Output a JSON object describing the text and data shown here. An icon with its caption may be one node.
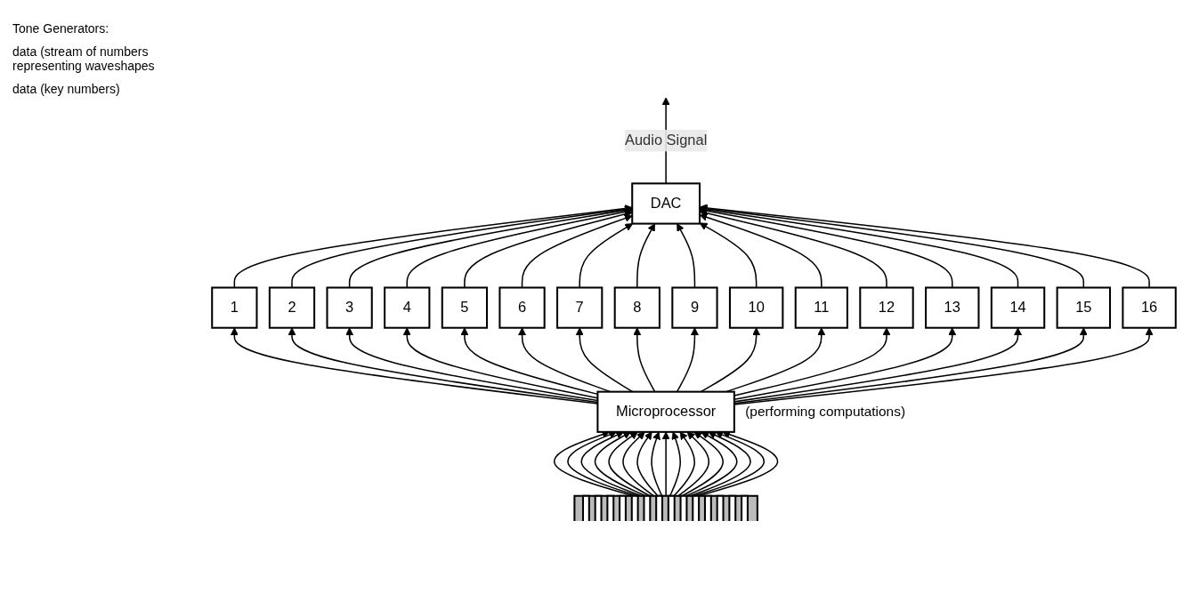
{
  "diagram": {
    "nodes": [
      {
        "text": [
          "DAC"
        ]
      },
      {
        "text": [
          "1"
        ]
      },
      {
        "text": [
          "2"
        ]
      },
      {
        "text": [
          "3"
        ]
      },
      {
        "text": [
          "4"
        ]
      },
      {
        "text": [
          "5"
        ]
      },
      {
        "text": [
          "6"
        ]
      },
      {
        "text": [
          "7"
        ]
      },
      {
        "text": [
          "8"
        ]
      },
      {
        "text": [
          "9"
        ]
      },
      {
        "text": [
          "10"
        ]
      },
      {
        "text": [
          "11"
        ]
      },
      {
        "text": [
          "12"
        ]
      },
      {
        "text": [
          "13"
        ]
      },
      {
        "text": [
          "14"
        ]
      },
      {
        "text": [
          "15"
        ]
      },
      {
        "text": [
          "16"
        ]
      },
      {
        "text": [
          "Microprocessor"
        ],
        "beside": [
          "(performing computations)"
        ]
      },
      {
        "text": [],
        "shape": "picture"
      }
    ],
    "edges": [
      {
        "from": 0,
        "to": null,
        "arrow": "to",
        "label": "Audio Signal"
      },
      {
        "from": 1,
        "to": 0,
        "arrow": "to"
      },
      {
        "from": 2,
        "to": 0,
        "arrow": "to"
      },
      {
        "from": 3,
        "to": 0,
        "arrow": "to"
      },
      {
        "from": 4,
        "to": 0,
        "arrow": "to"
      },
      {
        "from": 5,
        "to": 0,
        "arrow": "to"
      },
      {
        "from": 6,
        "to": 0,
        "arrow": "to"
      },
      {
        "from": 7,
        "to": 0,
        "arrow": "to"
      },
      {
        "from": 8,
        "to": 0,
        "arrow": "to"
      },
      {
        "from": 9,
        "to": 0,
        "arrow": "to"
      },
      {
        "from": 10,
        "to": 0,
        "arrow": "to"
      },
      {
        "from": 11,
        "to": 0,
        "arrow": "to"
      },
      {
        "from": 12,
        "to": 0,
        "arrow": "to"
      },
      {
        "from": 13,
        "to": 0,
        "arrow": "to"
      },
      {
        "from": 14,
        "to": 0,
        "arrow": "to"
      },
      {
        "from": 15,
        "to": 0,
        "arrow": "to"
      },
      {
        "from": 16,
        "to": 0,
        "arrow": "to"
      },
      {
        "from": 17,
        "to": 1,
        "arrow": "to"
      },
      {
        "from": 17,
        "to": 2,
        "arrow": "to"
      },
      {
        "from": 17,
        "to": 3,
        "arrow": "to"
      },
      {
        "from": 17,
        "to": 4,
        "arrow": "to"
      },
      {
        "from": 17,
        "to": 5,
        "arrow": "to"
      },
      {
        "from": 17,
        "to": 6,
        "arrow": "to"
      },
      {
        "from": 17,
        "to": 7,
        "arrow": "to"
      },
      {
        "from": 17,
        "to": 8,
        "arrow": "to"
      },
      {
        "from": 17,
        "to": 9,
        "arrow": "to"
      },
      {
        "from": 17,
        "to": 10,
        "arrow": "to"
      },
      {
        "from": 17,
        "to": 11,
        "arrow": "to"
      },
      {
        "from": 17,
        "to": 12,
        "arrow": "to"
      },
      {
        "from": 17,
        "to": 13,
        "arrow": "to"
      },
      {
        "from": 17,
        "to": 14,
        "arrow": "to"
      },
      {
        "from": 17,
        "to": 15,
        "arrow": "to"
      },
      {
        "from": 17,
        "to": 16,
        "arrow": "to"
      },
      {
        "from": 18,
        "to": 17,
        "arrow": "to"
      },
      {
        "from": 18,
        "to": 17,
        "arrow": "to"
      },
      {
        "from": 18,
        "to": 17,
        "arrow": "to"
      },
      {
        "from": 18,
        "to": 17,
        "arrow": "to"
      },
      {
        "from": 18,
        "to": 17,
        "arrow": "to"
      },
      {
        "from": 18,
        "to": 17,
        "arrow": "to"
      },
      {
        "from": 18,
        "to": 17,
        "arrow": "to"
      },
      {
        "from": 18,
        "to": 17,
        "arrow": "to"
      },
      {
        "from": 18,
        "to": 17,
        "arrow": "to"
      },
      {
        "from": 18,
        "to": 17,
        "arrow": "to"
      },
      {
        "from": 18,
        "to": 17,
        "arrow": "to"
      },
      {
        "from": 18,
        "to": 17,
        "arrow": "to"
      },
      {
        "from": 18,
        "to": 17,
        "arrow": "to"
      },
      {
        "from": 18,
        "to": 17,
        "arrow": "to"
      },
      {
        "from": 18,
        "to": 17,
        "arrow": "to"
      },
      {
        "from": 18,
        "to": 17,
        "arrow": "to"
      },
      {
        "from": 18,
        "to": 17,
        "arrow": "to"
      }
    ],
    "labels": [
      "Tone Generators:",
      "data (stream of numbers representing waveshapes",
      "data (key numbers)"
    ]
  }
}
